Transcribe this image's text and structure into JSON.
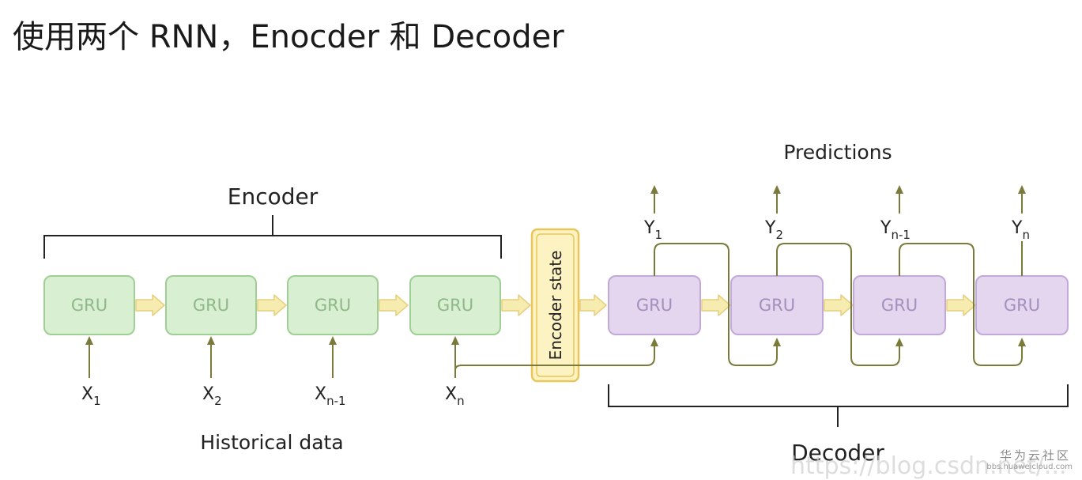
{
  "title": "使用两个 RNN，Enocder 和 Decoder",
  "encoder": {
    "label": "Encoder",
    "cell_label": "GRU",
    "inputs": [
      {
        "base": "X",
        "sub": "1"
      },
      {
        "base": "X",
        "sub": "2"
      },
      {
        "base": "X",
        "sub": "n-1"
      },
      {
        "base": "X",
        "sub": "n"
      }
    ],
    "inputs_caption": "Historical data",
    "fill_color": "#d8efd2",
    "stroke_color": "#9fcf95",
    "text_color": "#8fb888"
  },
  "encoder_state": {
    "label": "Encoder state",
    "fill_color": "#fdf2c2",
    "stroke_color": "#e8c65a"
  },
  "decoder": {
    "label": "Decoder",
    "cell_label": "GRU",
    "outputs": [
      {
        "base": "Y",
        "sub": "1"
      },
      {
        "base": "Y",
        "sub": "2"
      },
      {
        "base": "Y",
        "sub": "n-1"
      },
      {
        "base": "Y",
        "sub": "n"
      }
    ],
    "outputs_caption": "Predictions",
    "fill_color": "#e3d6ee",
    "stroke_color": "#c2a9d8",
    "text_color": "#a58fbd"
  },
  "arrow_color": "#7a7a3a",
  "flow_arrow_color": "#f7ecb0",
  "watermark": {
    "brand": "华为云社区",
    "site": "bbs.huaweicloud.com",
    "url": "https://blog.csdn.net/..."
  }
}
